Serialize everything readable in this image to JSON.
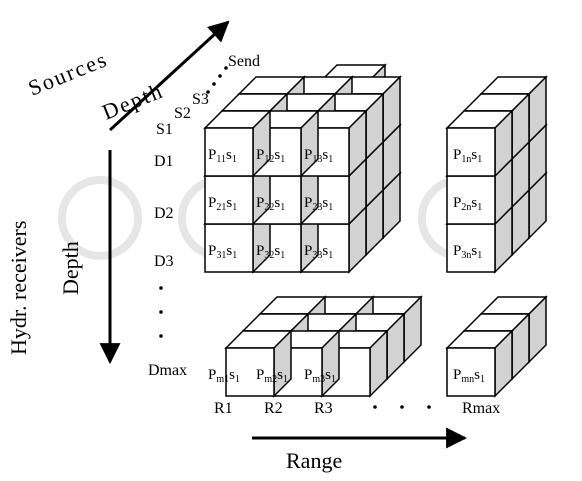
{
  "diagram": {
    "sources_axis": {
      "label": "Sources",
      "source_labels": [
        "S1",
        "S2",
        "S3"
      ],
      "last_label": "Send"
    },
    "depth_axis_top": {
      "label": "Depth"
    },
    "receivers_axis": {
      "label": "Hydr. receivers",
      "depth_label": "Depth"
    },
    "depth_rows": [
      "D1",
      "D2",
      "D3",
      "Dmax"
    ],
    "range_cols": [
      "R1",
      "R2",
      "R3",
      "Rmax"
    ],
    "range_axis": {
      "label": "Range"
    },
    "cells": [
      {
        "p": "P",
        "idx": "11",
        "s": "S",
        "sidx": "1"
      },
      {
        "p": "P",
        "idx": "12",
        "s": "S",
        "sidx": "1"
      },
      {
        "p": "P",
        "idx": "13",
        "s": "S",
        "sidx": "1"
      },
      {
        "p": "P",
        "idx": "1n",
        "s": "S",
        "sidx": "1"
      },
      {
        "p": "P",
        "idx": "21",
        "s": "S",
        "sidx": "1"
      },
      {
        "p": "P",
        "idx": "22",
        "s": "S",
        "sidx": "1"
      },
      {
        "p": "P",
        "idx": "23",
        "s": "S",
        "sidx": "1"
      },
      {
        "p": "P",
        "idx": "2n",
        "s": "S",
        "sidx": "1"
      },
      {
        "p": "P",
        "idx": "31",
        "s": "S",
        "sidx": "1"
      },
      {
        "p": "P",
        "idx": "32",
        "s": "S",
        "sidx": "1"
      },
      {
        "p": "P",
        "idx": "33",
        "s": "S",
        "sidx": "1"
      },
      {
        "p": "P",
        "idx": "3n",
        "s": "S",
        "sidx": "1"
      },
      {
        "p": "P",
        "idx": "m1",
        "s": "S",
        "sidx": "1"
      },
      {
        "p": "P",
        "idx": "m2",
        "s": "S",
        "sidx": "1"
      },
      {
        "p": "P",
        "idx": "m3",
        "s": "S",
        "sidx": "1"
      },
      {
        "p": "P",
        "idx": "mn",
        "s": "S",
        "sidx": "1"
      }
    ],
    "colors": {
      "line": "#000000",
      "face": "#ffffff",
      "side": "#d2d2d2",
      "watermark": "#e6e6e6"
    }
  }
}
